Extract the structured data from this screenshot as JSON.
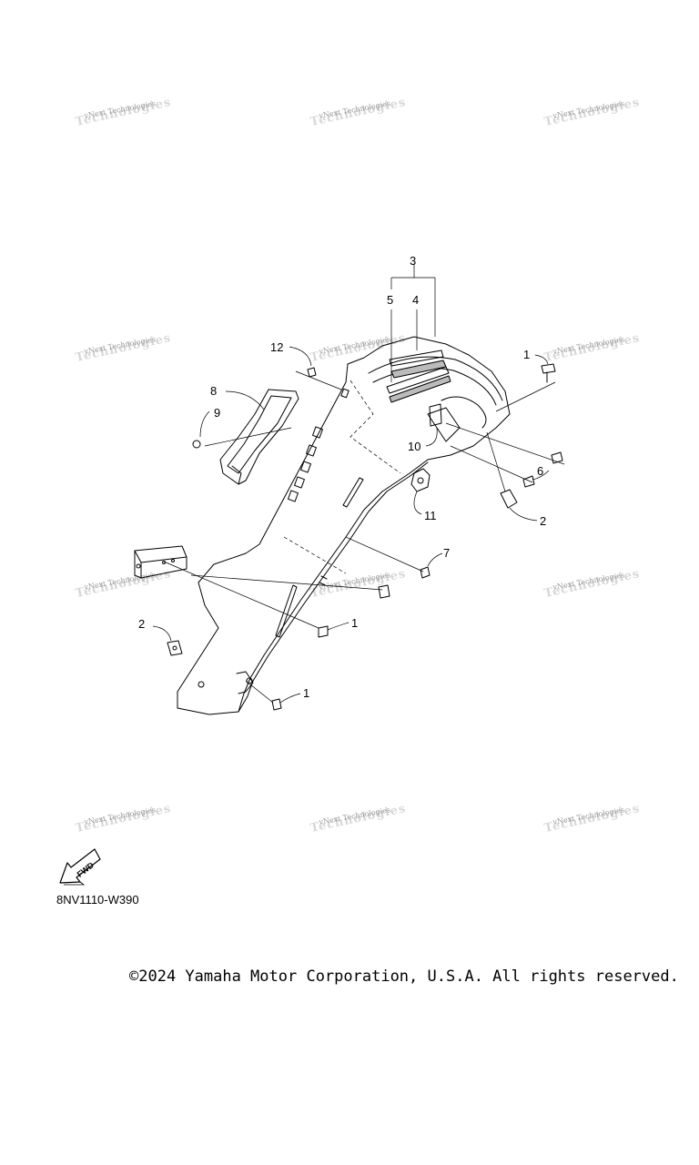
{
  "callouts": {
    "c1a": "1",
    "c1b": "1",
    "c1c": "1",
    "c2a": "2",
    "c2b": "2",
    "c3": "3",
    "c4": "4",
    "c5": "5",
    "c6": "6",
    "c7": "7",
    "c8": "8",
    "c9": "9",
    "c10": "10",
    "c11": "11",
    "c12": "12"
  },
  "watermark_text": "vNext Technologies",
  "watermark_ghost": "Technologies",
  "fwd_label": "FWD",
  "diagram_code": "8NV1110-W390",
  "copyright": "©2024 Yamaha Motor Corporation, U.S.A. All rights reserved."
}
